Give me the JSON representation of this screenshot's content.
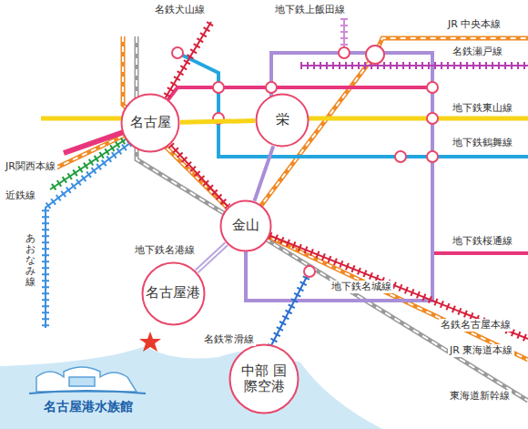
{
  "diagram": {
    "nodes": [
      {
        "text": [
          "名古屋"
        ]
      },
      {
        "text": [
          "栄"
        ]
      },
      {
        "text": [
          "金山"
        ]
      },
      {
        "text": [
          "名古屋港"
        ]
      },
      {
        "text": [
          "中部 国際空港"
        ]
      }
    ],
    "edges": [
      {
        "from": 0,
        "to": 1,
        "arrow": "none"
      },
      {
        "from": 0,
        "to": 2,
        "arrow": "none"
      },
      {
        "from": 1,
        "to": 2,
        "arrow": "none"
      },
      {
        "from": 2,
        "to": 3,
        "arrow": "none"
      }
    ],
    "labels": [
      "名鉄犬山線",
      "地下鉄上飯田線",
      "JR 中央本線",
      "名鉄瀬戸線",
      "地下鉄東山線",
      "地下鉄鶴舞線",
      "JR関西本線",
      "近鉄線",
      "あおなみ線",
      "地下鉄桜通線",
      "地下鉄名港線",
      "地下鉄名城線",
      "名鉄常滑線",
      "名鉄名古屋本線",
      "JR 東海道本線",
      "東海道新幹線",
      "名古屋港水族館"
    ]
  }
}
